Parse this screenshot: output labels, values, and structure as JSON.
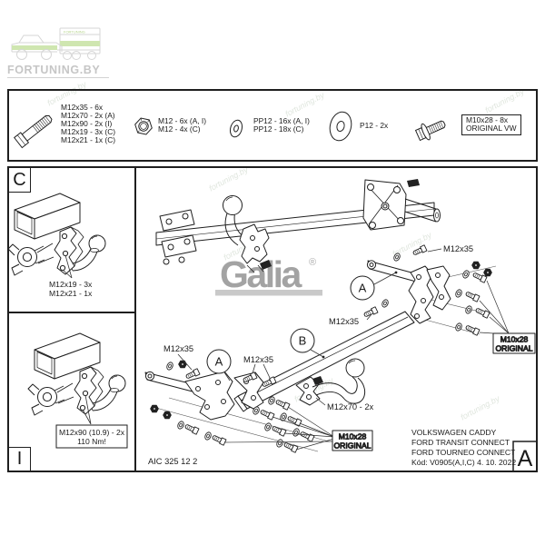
{
  "logo": {
    "brand": "FORTUNING.BY",
    "trailer_text": "FORTUNING"
  },
  "watermark_text": "fortuning.by",
  "legend": {
    "bolt_lines": [
      "M12x35 - 6x",
      "M12x70 - 2x (A)",
      "M12x90 - 2x (I)",
      "M12x19 - 3x (C)",
      "M12x21 - 1x (C)"
    ],
    "nut_lines": [
      "M12 - 6x (A, I)",
      "M12 - 4x (C)"
    ],
    "washer_lines": [
      "PP12 - 16x (A, I)",
      "PP12 - 18x (C)"
    ],
    "big_washer_line": "P12 - 2x",
    "flange_bolt_lines": [
      "M10x28 - 8x",
      "ORIGINAL VW"
    ]
  },
  "panel_c": {
    "letter": "C",
    "lines": [
      "M12x19 - 3x",
      "M12x21 - 1x"
    ]
  },
  "panel_i": {
    "letter": "I",
    "torque_lines": [
      "M12x90 (10.9) - 2x",
      "110 Nm!"
    ]
  },
  "main": {
    "brand": "Galia",
    "registered": "®",
    "callout_a": "A",
    "callout_b": "B",
    "label_m12x35": "M12x35",
    "label_m12x70": "M12x70 - 2x",
    "label_m10x28_lines": [
      "M10x28",
      "ORIGINAL"
    ],
    "drawing_no": "AIC 325 12 2",
    "titleblock": {
      "vehicles": [
        "VOLKSWAGEN CADDY",
        "FORD TRANSIT CONNECT",
        "FORD TOURNEO CONNECT"
      ],
      "code": "Kód: V0905(A,I,C)  4. 10. 2022",
      "sheet": "A"
    }
  },
  "colors": {
    "line": "#222222",
    "logo_gray": "#a3a3a3",
    "watermark": "#9fb39a",
    "accent_green": "#c5dfa0"
  }
}
